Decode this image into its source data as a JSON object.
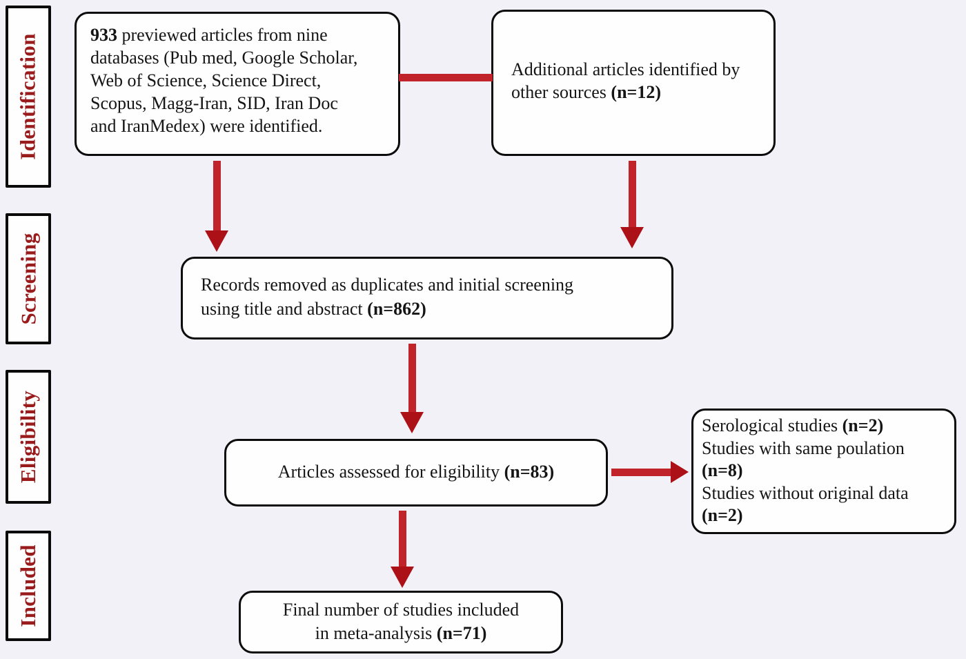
{
  "diagram": {
    "title_semantic": "PRISMA study selection flow diagram",
    "background_color": "#f3f1f8",
    "box_border_color": "#0b0b0b",
    "box_background_color": "#fefefe",
    "arrow_color": "#c0242a",
    "arrowhead_color": "#ab1117",
    "stage_label_color": "#9a1b1b"
  },
  "stages": [
    {
      "label": "Identification"
    },
    {
      "label": "Screening"
    },
    {
      "label": "Eligibility"
    },
    {
      "label": "Included"
    }
  ],
  "boxes": {
    "identified": {
      "bold_prefix": "933",
      "line1_rest": " previewed articles from nine",
      "line2": "databases (Pub med, Google Scholar,",
      "line3": "Web of Science, Science Direct,",
      "line4": "Scopus, Magg-Iran, SID, Iran Doc",
      "line5": "and IranMedex) were identified."
    },
    "additional": {
      "line1": "Additional articles identified by",
      "line2": "other sources ",
      "n": "(n=12)"
    },
    "duplicates": {
      "line1": "Records removed as duplicates and initial screening",
      "line2": "using title and abstract ",
      "n": "(n=862)"
    },
    "eligibility": {
      "text": "Articles assessed for eligibility ",
      "n": "(n=83)"
    },
    "excluded": {
      "items": [
        {
          "text": "Serological studies ",
          "n": "(n=2)"
        },
        {
          "text": "Studies with same poulation ",
          "n": "(n=8)"
        },
        {
          "text": "Studies without original data ",
          "n": "(n=2)"
        }
      ]
    },
    "included": {
      "line1": "Final number of studies included",
      "line2": "in meta-analysis ",
      "n": "(n=71)"
    }
  }
}
